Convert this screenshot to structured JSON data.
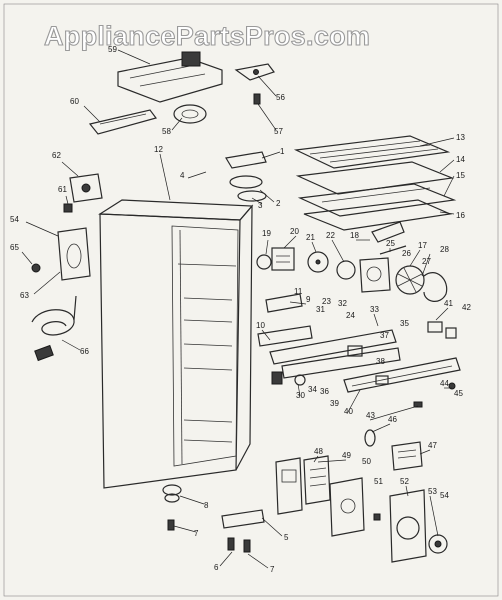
{
  "watermark": "AppliancePartsPros.com",
  "callouts": [
    {
      "id": "59",
      "label": "59"
    },
    {
      "id": "56",
      "label": "56"
    },
    {
      "id": "60",
      "label": "60"
    },
    {
      "id": "58",
      "label": "58"
    },
    {
      "id": "57",
      "label": "57"
    },
    {
      "id": "12",
      "label": "12"
    },
    {
      "id": "1",
      "label": "1"
    },
    {
      "id": "13",
      "label": "13"
    },
    {
      "id": "14",
      "label": "14"
    },
    {
      "id": "15",
      "label": "15"
    },
    {
      "id": "16",
      "label": "16"
    },
    {
      "id": "62",
      "label": "62"
    },
    {
      "id": "4",
      "label": "4"
    },
    {
      "id": "3",
      "label": "3"
    },
    {
      "id": "2",
      "label": "2"
    },
    {
      "id": "61",
      "label": "61"
    },
    {
      "id": "54a",
      "label": "54"
    },
    {
      "id": "65",
      "label": "65"
    },
    {
      "id": "63",
      "label": "63"
    },
    {
      "id": "66",
      "label": "66"
    },
    {
      "id": "19",
      "label": "19"
    },
    {
      "id": "20",
      "label": "20"
    },
    {
      "id": "21",
      "label": "21"
    },
    {
      "id": "22",
      "label": "22"
    },
    {
      "id": "18",
      "label": "18"
    },
    {
      "id": "25",
      "label": "25"
    },
    {
      "id": "17",
      "label": "17"
    },
    {
      "id": "26",
      "label": "26"
    },
    {
      "id": "27",
      "label": "27"
    },
    {
      "id": "28",
      "label": "28"
    },
    {
      "id": "11",
      "label": "11"
    },
    {
      "id": "9",
      "label": "9"
    },
    {
      "id": "10",
      "label": "10"
    },
    {
      "id": "31",
      "label": "31"
    },
    {
      "id": "23",
      "label": "23"
    },
    {
      "id": "32",
      "label": "32"
    },
    {
      "id": "24",
      "label": "24"
    },
    {
      "id": "33",
      "label": "33"
    },
    {
      "id": "41",
      "label": "41"
    },
    {
      "id": "42",
      "label": "42"
    },
    {
      "id": "35",
      "label": "35"
    },
    {
      "id": "37",
      "label": "37"
    },
    {
      "id": "38",
      "label": "38"
    },
    {
      "id": "30",
      "label": "30"
    },
    {
      "id": "34",
      "label": "34"
    },
    {
      "id": "36",
      "label": "36"
    },
    {
      "id": "39",
      "label": "39"
    },
    {
      "id": "40",
      "label": "40"
    },
    {
      "id": "44",
      "label": "44"
    },
    {
      "id": "45",
      "label": "45"
    },
    {
      "id": "43",
      "label": "43"
    },
    {
      "id": "46",
      "label": "46"
    },
    {
      "id": "48",
      "label": "48"
    },
    {
      "id": "49",
      "label": "49"
    },
    {
      "id": "47",
      "label": "47"
    },
    {
      "id": "50",
      "label": "50"
    },
    {
      "id": "51",
      "label": "51"
    },
    {
      "id": "52",
      "label": "52"
    },
    {
      "id": "53",
      "label": "53"
    },
    {
      "id": "54b",
      "label": "54"
    },
    {
      "id": "8",
      "label": "8"
    },
    {
      "id": "7a",
      "label": "7"
    },
    {
      "id": "5",
      "label": "5"
    },
    {
      "id": "6",
      "label": "6"
    },
    {
      "id": "7b",
      "label": "7"
    }
  ]
}
